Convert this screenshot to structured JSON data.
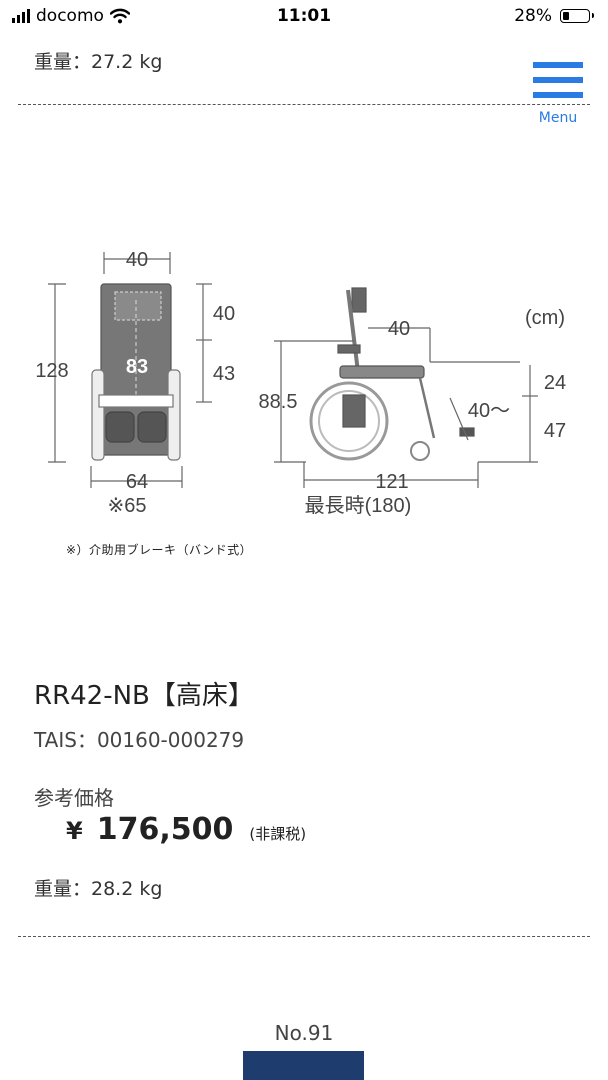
{
  "status_bar": {
    "carrier": "docomo",
    "time": "11:01",
    "battery": "28%",
    "battery_level": 0.28
  },
  "menu": {
    "label": "Menu",
    "color": "#2a7be4"
  },
  "top": {
    "weight": "重量：27.2 kg"
  },
  "diagram": {
    "unit": "(cm)",
    "front": {
      "top_width": "40",
      "height": "128",
      "back_upper": "40",
      "back_lower": "43",
      "seat_height": "83",
      "width": "64",
      "alt_width": "※65"
    },
    "side": {
      "headrest_depth": "40",
      "height": "88.5",
      "upper": "24",
      "lower": "47",
      "footrest": "40～",
      "length": "121",
      "max_length": "最長時(180)"
    }
  },
  "note": "※）介助用ブレーキ（バンド式）",
  "product": {
    "model": "RR42-NB【高床】",
    "tais": "TAIS：00160-000279",
    "price_label": "参考価格",
    "price_yen": "¥",
    "price_value": "176,500",
    "price_tax": "(非課税)",
    "weight": "重量：28.2 kg"
  },
  "footer": {
    "page_number": "No.91",
    "next_color": "#1f3c6e"
  }
}
